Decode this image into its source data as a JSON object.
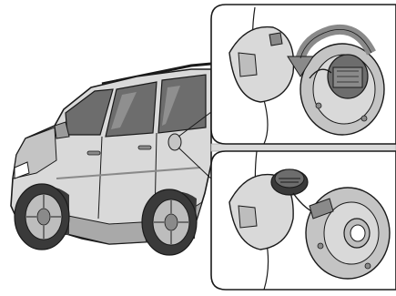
{
  "illustration": {
    "subject": "suv-vehicle",
    "callouts": [
      {
        "step": "open-fuel-door-turn-cap-counterclockwise",
        "icon": "rotate-counterclockwise-arrow"
      },
      {
        "step": "hang-fuel-cap-on-door-holder",
        "icon": "fuel-cap-holder"
      }
    ],
    "colors": {
      "ink": "#1a1a1a",
      "body": "#d9d9d9",
      "body_shadow": "#a9a9a9",
      "glass": "#6d6d6d",
      "tire": "#3a3a3a",
      "rim": "#bdbdbd",
      "panel_bg": "#ffffff",
      "arrow": "#8a8a8a"
    }
  }
}
